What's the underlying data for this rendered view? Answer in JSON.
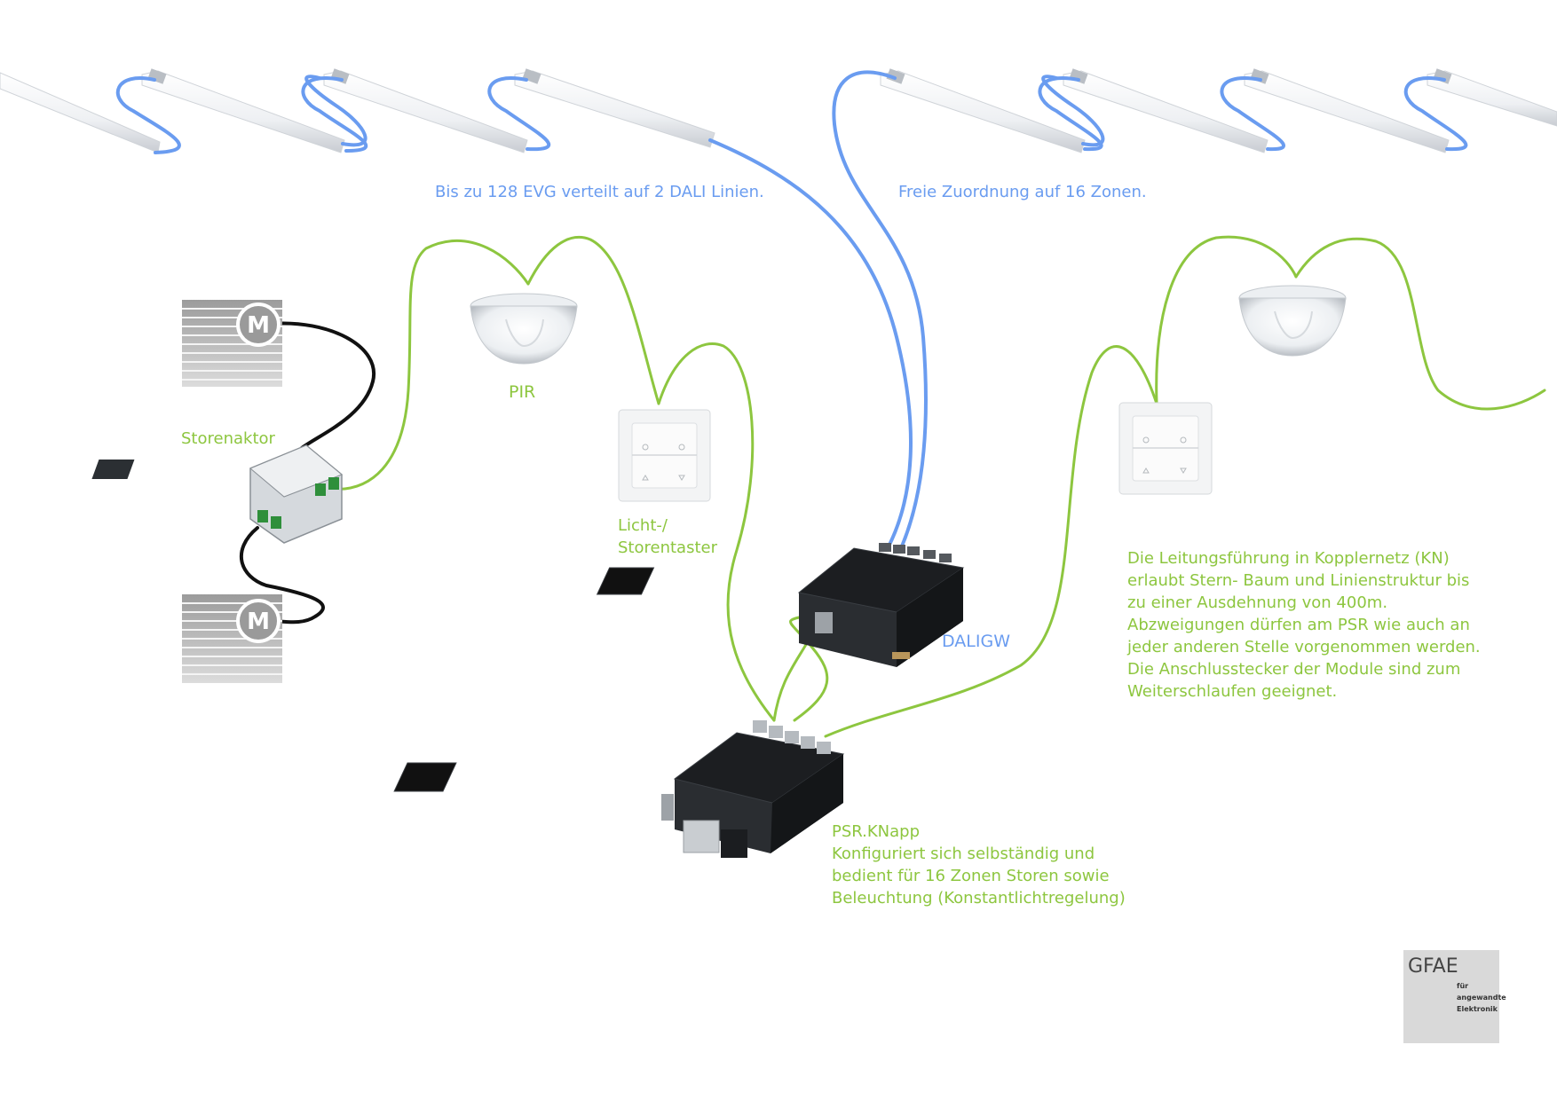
{
  "colors": {
    "dali": "#6a9cf0",
    "kn": "#8dc63f",
    "motor": "#111111"
  },
  "labels": {
    "dali_count": "Bis zu 128 EVG verteilt auf 2 DALI Linien.",
    "zones": "Freie Zuordnung auf 16 Zonen.",
    "pir": "PIR",
    "storenaktor": "Storenaktor",
    "taster": "Licht-/\nStorentaster",
    "daligw": "DALIGW",
    "kn_text": "Die Leitungsführung in Kopplernetz (KN)\nerlaubt Stern- Baum und Linienstruktur bis\nzu einer Ausdehnung von 400m.\nAbzweigungen dürfen am PSR wie auch an\njeder anderen Stelle vorgenommen werden.\nDie Anschlusstecker der Module sind zum\nWeiterschlaufen geeignet.",
    "psr": "PSR.KNapp\nKonfiguriert sich selbständig und\nbedient für 16 Zonen Storen sowie\nBeleuchtung (Konstantlichtregelung)"
  },
  "icons": {
    "motor": "M"
  },
  "logo": {
    "name": "GFAE",
    "sub": "für\nangewandte\nElektronik"
  }
}
